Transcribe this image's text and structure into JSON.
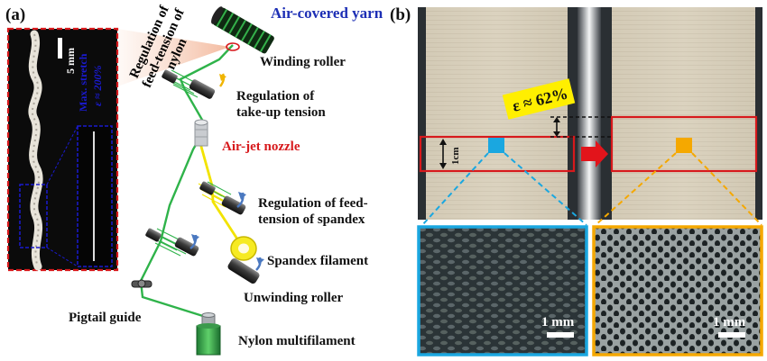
{
  "panel_a": {
    "label": "(a)",
    "micrograph": {
      "scale_bar": "5 mm",
      "max_stretch_title": "Max. stretch",
      "max_stretch_value": "ε ≈ 200%"
    },
    "components": {
      "air_covered_yarn": "Air-covered yarn",
      "winding_roller": "Winding roller",
      "takeup_line1": "Regulation of",
      "takeup_line2": "take-up tension",
      "air_jet_nozzle": "Air-jet nozzle",
      "feed_spandex_line1": "Regulation of feed-",
      "feed_spandex_line2": "tension of spandex",
      "spandex_filament": "Spandex filament",
      "unwinding_roller": "Unwinding roller",
      "pigtail_guide": "Pigtail guide",
      "nylon_multifilament": "Nylon multifilament",
      "feed_nylon_line1": "Regulation of",
      "feed_nylon_line2": "feed-tension of",
      "feed_nylon_line3": "nylon"
    }
  },
  "panel_b": {
    "label": "(b)",
    "strain_label": "ε ≈ 62%",
    "gauge_length": "1cm",
    "scale_bar_left": "1 mm",
    "scale_bar_right": "1 mm"
  },
  "colors": {
    "blue_title": "#1d2fb5",
    "red_label": "#d7191c",
    "micro_frame": "#d7191c",
    "inset_frame": "#1a1ad0",
    "cyan_marker": "#1aa7e0",
    "orange_marker": "#f5a800",
    "yellow_box": "#ffef00",
    "nylon_path": "#2fb34a",
    "spandex_path": "#f2e300"
  }
}
